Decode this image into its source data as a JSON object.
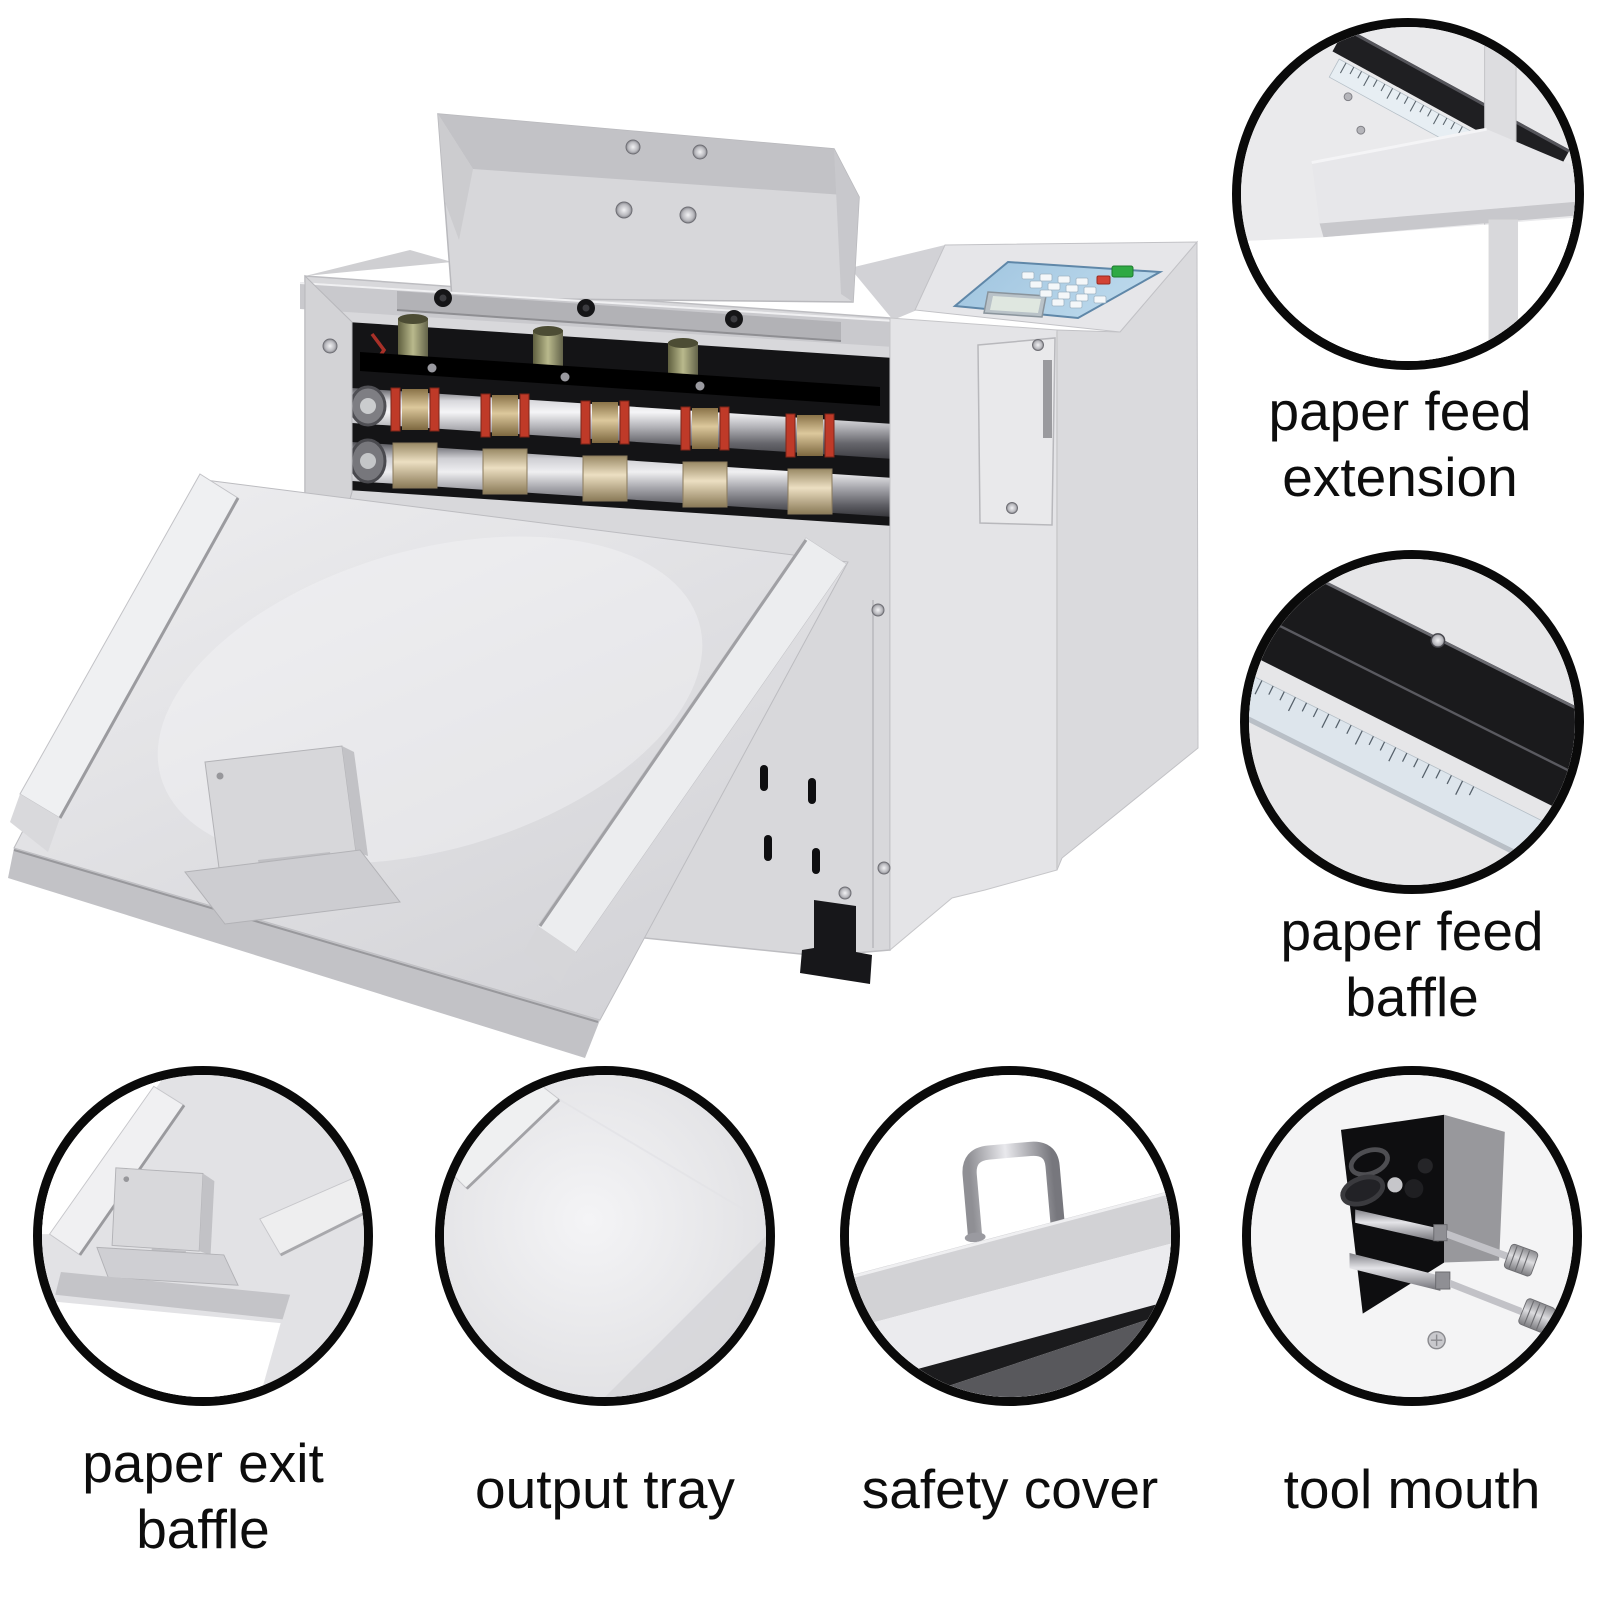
{
  "callouts": [
    {
      "id": "paper-feed-extension",
      "label_lines": [
        "paper feed",
        "extension"
      ]
    },
    {
      "id": "paper-feed-baffle",
      "label_lines": [
        "paper feed",
        "baffle"
      ]
    },
    {
      "id": "paper-exit-baffle",
      "label_lines": [
        "paper exit",
        "baffle"
      ]
    },
    {
      "id": "output-tray",
      "label_lines": [
        "output tray"
      ]
    },
    {
      "id": "safety-cover",
      "label_lines": [
        "safety cover"
      ]
    },
    {
      "id": "tool-mouth",
      "label_lines": [
        "tool mouth"
      ]
    }
  ],
  "colors": {
    "background": "#ffffff",
    "callout_border": "#0a0a0a",
    "label_text": "#0d0d0d",
    "machine_body": "#d8d8db",
    "machine_interior": "#141416",
    "roller_red_ring": "#bf3a28",
    "roller_brass": "#d9c9a2",
    "keypad_blue": "#a9cbe3",
    "button_green": "#2fa944",
    "button_red": "#d24335"
  }
}
